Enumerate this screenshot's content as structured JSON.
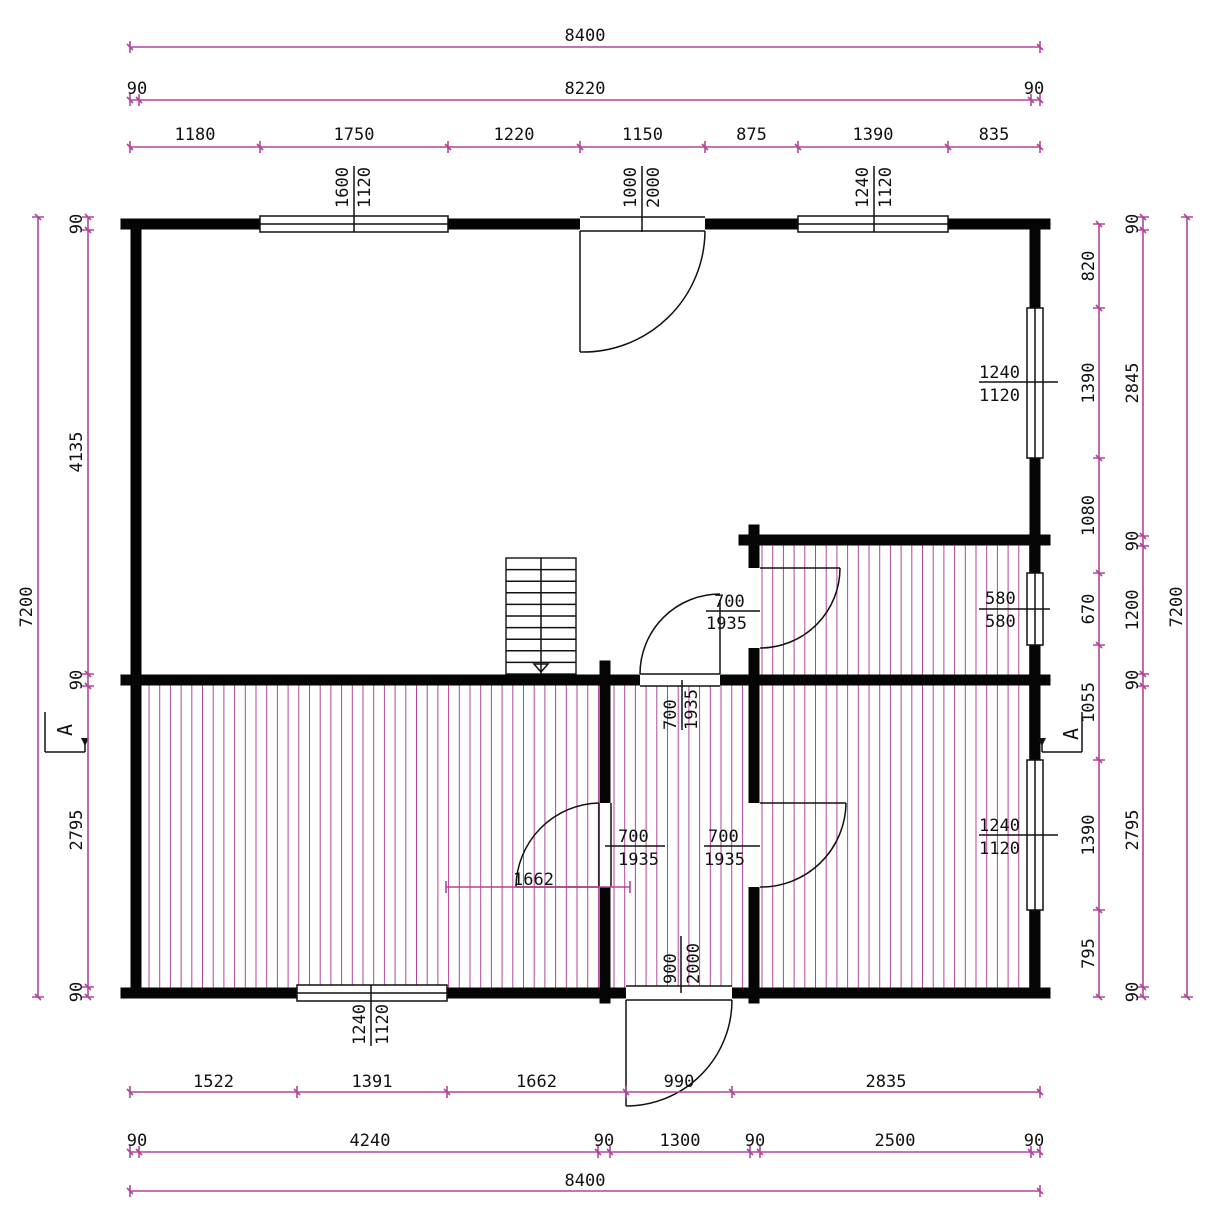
{
  "dims": {
    "top_total": "8400",
    "top_inner": "8220",
    "top_edge_left": "90",
    "top_edge_right": "90",
    "top_segments": [
      "1180",
      "1750",
      "1220",
      "1150",
      "875",
      "1390",
      "835"
    ],
    "bottom_segments_1": [
      "1522",
      "1391",
      "1662",
      "990",
      "2835"
    ],
    "bottom_segments_2": [
      "90",
      "4240",
      "90",
      "1300",
      "90",
      "2500",
      "90"
    ],
    "bottom_total": "8400",
    "left_total": "7200",
    "left_segments": [
      "90",
      "4135",
      "90",
      "2795",
      "90"
    ],
    "right_segments_1": [
      "820",
      "1390",
      "1080",
      "670",
      "1055",
      "1390",
      "795"
    ],
    "right_segments_2": [
      "90",
      "2845",
      "90",
      "1200",
      "90",
      "2795",
      "90"
    ],
    "right_total": "7200"
  },
  "openings": {
    "top_window_left": [
      "1600",
      "1120"
    ],
    "top_door": [
      "1000",
      "2000"
    ],
    "top_window_right": [
      "1240",
      "1120"
    ],
    "right_window_upper": [
      "1240",
      "1120"
    ],
    "small_window": [
      "580",
      "580"
    ],
    "right_window_lower": [
      "1240",
      "1120"
    ],
    "bath_door": [
      "700",
      "1935"
    ],
    "partition_door_mid": [
      "700",
      "1935"
    ],
    "inner_door_left": [
      "700",
      "1935"
    ],
    "inner_door_right": [
      "700",
      "1935"
    ],
    "inner_dim": "1662",
    "bottom_door": [
      "900",
      "2000"
    ],
    "bottom_window": [
      "1240",
      "1120"
    ]
  },
  "section_marks": {
    "left": "A",
    "right": "A"
  },
  "colors": {
    "dimension": "#b0469a",
    "wall": "#050505"
  }
}
